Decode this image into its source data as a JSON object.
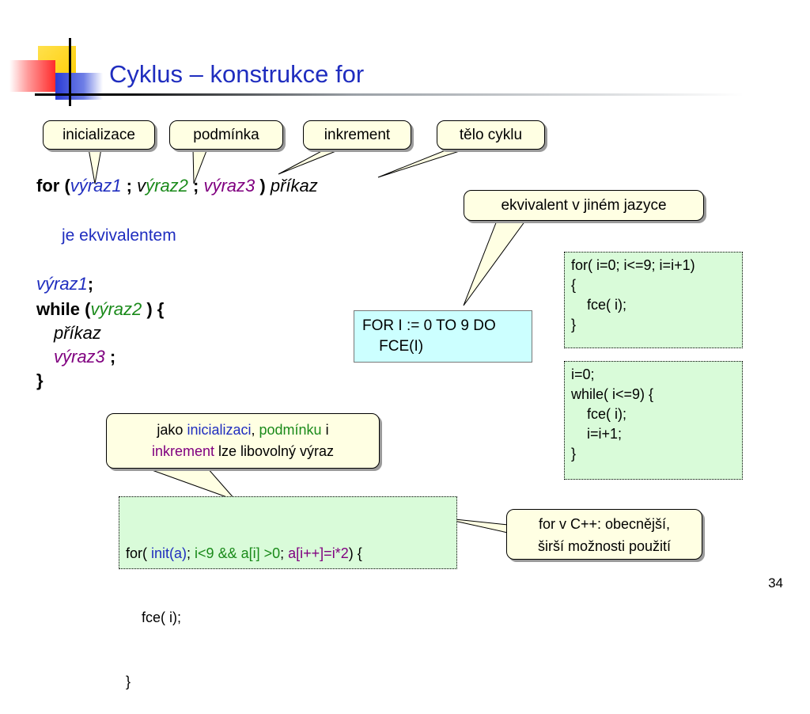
{
  "title": "Cyklus – konstrukce for",
  "labels": {
    "init": "inicializace",
    "cond": "podmínka",
    "incr": "inkrement",
    "body": "tělo cyklu"
  },
  "for_line": {
    "kw": "for (",
    "e1": "výraz1",
    "s1": " ; ",
    "e2_v": "v",
    "e2_rest": "ýraz2",
    "s2": " ; ",
    "e3": "výraz3",
    "close": " ) ",
    "stmt": "příkaz"
  },
  "equiv_text": "je ekvivalentem",
  "while_block": {
    "line1_expr": "výraz1",
    "line1_semi": ";",
    "while_kw": "while (",
    "while_expr": "výraz2",
    "while_close": " ) {",
    "stmt": "příkaz",
    "expr3": "výraz3",
    "expr3_semi": " ;",
    "close": "}"
  },
  "other_lang_label": "ekvivalent v jiném jazyce",
  "pascal_code": "FOR I := 0 TO 9 DO\n    FCE(I)",
  "c_for_code": "for( i=0; i<=9; i=i+1)\n{\n    fce( i);\n}",
  "c_while_code": "i=0;\nwhile( i<=9) {\n    fce( i);\n    i=i+1;\n}",
  "note": {
    "p1": "jako ",
    "w1": "inicializaci",
    "p2": ", ",
    "w2": "podmínku",
    "p3": " i",
    "w3": "inkrement",
    "p4": " lze libovolný výraz"
  },
  "cpp_code": {
    "p1": "for( ",
    "init": "init(a)",
    "p2": "; ",
    "cond": "i<9 && a[i] >0",
    "p3": "; ",
    "incr": "a[i++]=i*2",
    "p4": ") {",
    "line2": "    fce( i);",
    "line3": "}"
  },
  "cpp_label": {
    "line1": "for v C++: obecnější,",
    "line2": "širší možnosti použití"
  },
  "page_number": "34"
}
